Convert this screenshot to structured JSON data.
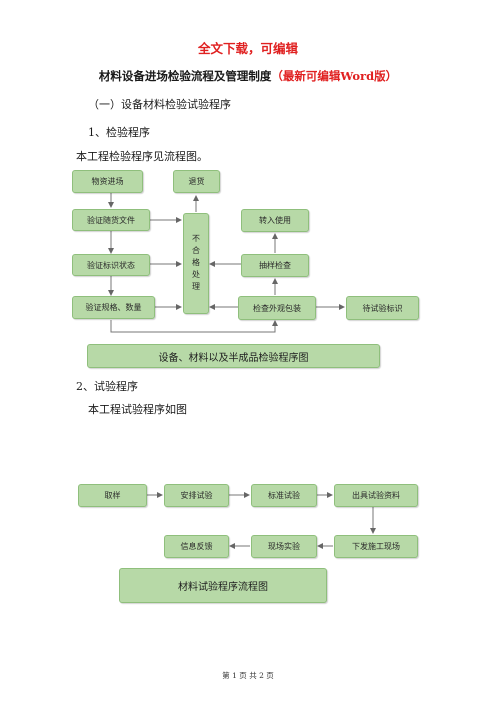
{
  "header": {
    "banner": "全文下载，可编辑",
    "title_main": "材料设备进场检验流程及管理制度",
    "title_highlight": "（最新可编辑Word版）"
  },
  "section1": {
    "heading": "（一）设备材料检验试验程序",
    "sub": "1、检验程序",
    "desc": "本工程检验程序见流程图。"
  },
  "flow1": {
    "nodes": {
      "arrival": "物资进场",
      "return": "退货",
      "verify_docs": "验证随货文件",
      "reject": "不合格处理",
      "to_use": "转入使用",
      "verify_mark": "验证标识状态",
      "sample": "抽样检查",
      "verify_spec": "验证规格、数量",
      "inspect_pack": "检查外观包装",
      "await_mark": "待试验标识"
    },
    "caption": "设备、材料以及半成品检验程序图"
  },
  "section2": {
    "sub": "2、试验程序",
    "desc": "本工程试验程序如图"
  },
  "flow2": {
    "nodes": {
      "take_sample": "取样",
      "arrange": "安排试验",
      "standard": "标准试验",
      "report": "出具试验资料",
      "feedback": "信息反馈",
      "field_test": "现场实验",
      "issue": "下发施工现场"
    },
    "caption": "材料试验程序流程图"
  },
  "footer": {
    "page": "第 1 页 共 2 页"
  }
}
